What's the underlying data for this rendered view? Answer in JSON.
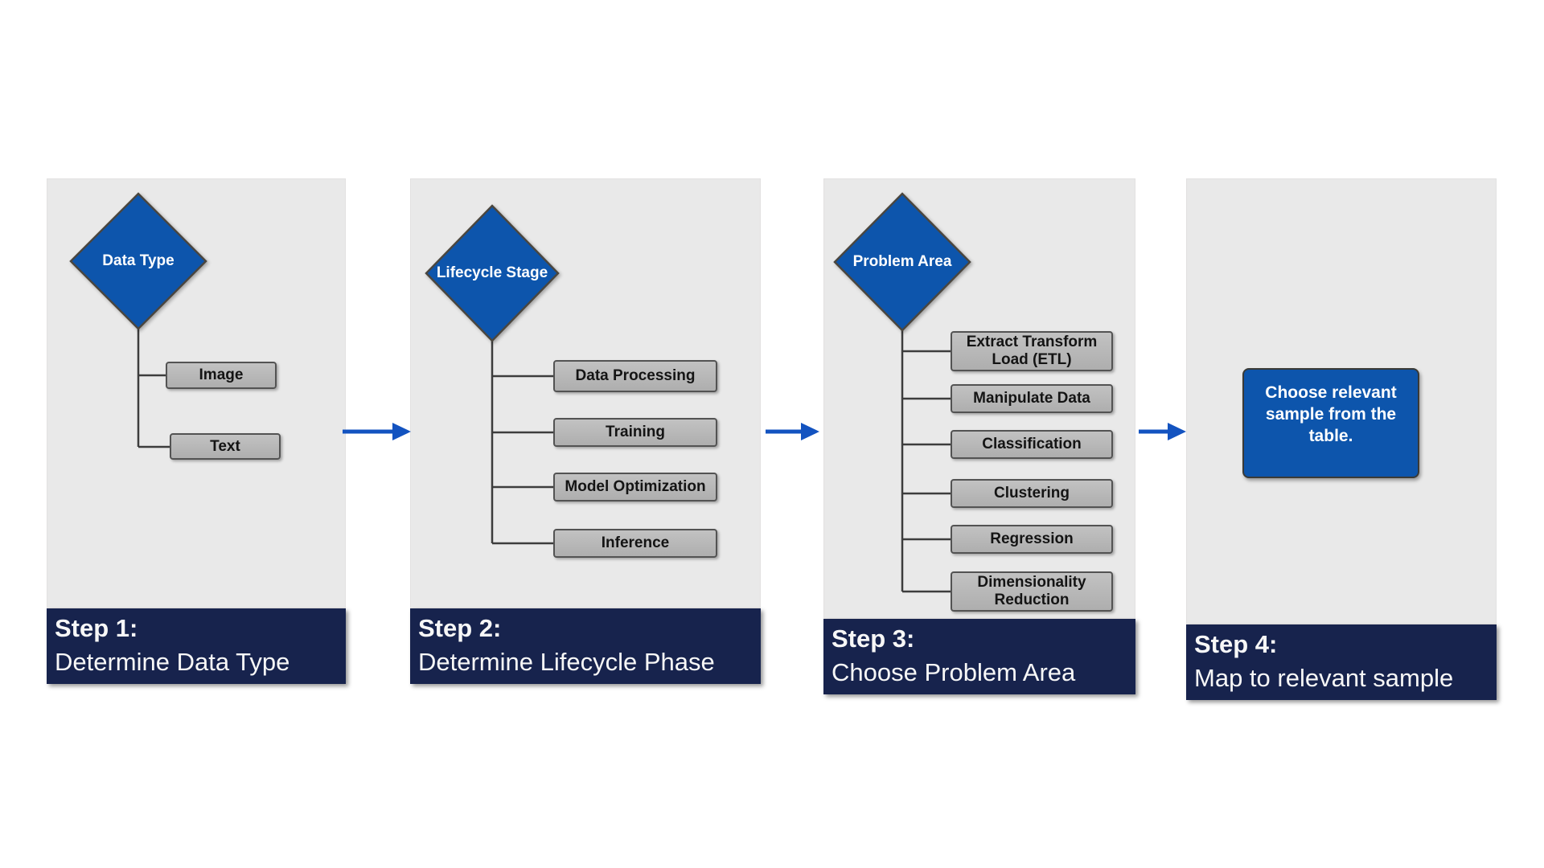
{
  "steps": [
    {
      "label": "Step 1:",
      "description": "Determine Data Type",
      "decision": "Data Type",
      "options": [
        "Image",
        "Text"
      ]
    },
    {
      "label": "Step 2:",
      "description": "Determine Lifecycle Phase",
      "decision": "Lifecycle Stage",
      "options": [
        "Data Processing",
        "Training",
        "Model Optimization",
        "Inference"
      ]
    },
    {
      "label": "Step 3:",
      "description": "Choose Problem Area",
      "decision": "Problem Area",
      "options": [
        "Extract Transform Load (ETL)",
        "Manipulate Data",
        "Classification",
        "Clustering",
        "Regression",
        "Dimensionality Reduction"
      ]
    },
    {
      "label": "Step 4:",
      "description": "Map to relevant sample",
      "final_note": "Choose relevant sample from the table."
    }
  ],
  "colors": {
    "diamond_blue": "#0d55ac",
    "arrow_blue": "#1353c0",
    "band_navy": "#17234d",
    "option_gray": "#b5b5b5",
    "panel_gray": "#e9e9e9"
  }
}
